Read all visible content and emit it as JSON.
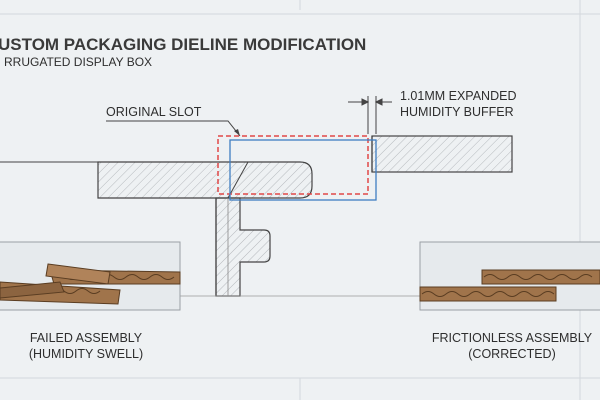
{
  "header": {
    "title": "USTOM PACKAGING DIELINE MODIFICATION",
    "subtitle": "RRUGATED DISPLAY BOX"
  },
  "callouts": {
    "original_slot": "ORIGINAL SLOT",
    "buffer_line1": "1.01MM EXPANDED",
    "buffer_line2": "HUMIDITY BUFFER"
  },
  "panels": {
    "failed_line1": "FAILED ASSEMBLY",
    "failed_line2": "(HUMIDITY SWELL)",
    "ok_line1": "FRICTIONLESS ASSEMBLY",
    "ok_line2": "(CORRECTED)"
  },
  "colors": {
    "original_outline": "#e04848",
    "modified_outline": "#3f7ec2",
    "cardboard": "#a0744b",
    "cardboard_dark": "#5a3d22"
  }
}
